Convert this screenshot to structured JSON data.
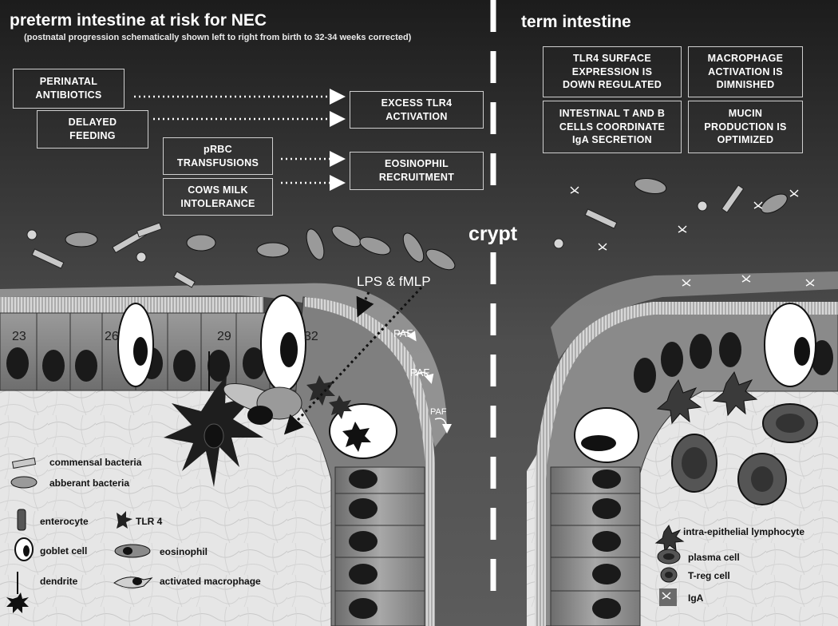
{
  "left_title": "preterm intestine at risk for NEC",
  "left_subtitle": "(postnatal progression schematically shown left to right  from birth to 32-34 weeks corrected)",
  "right_title": "term intestine",
  "risk_factors": {
    "perinatal_antibiotics": "PERINATAL\nANTIBIOTICS",
    "delayed_feeding": "DELAYED\nFEEDING",
    "prbc_transfusions": "pRBC\nTRANSFUSIONS",
    "cows_milk": "COWS MILK\nINTOLERANCE"
  },
  "effects": {
    "excess_tlr4": "EXCESS TLR4\nACTIVATION",
    "eosinophil_recruitment": "EOSINOPHIL\nRECRUITMENT"
  },
  "term_boxes": {
    "tlr4_down": "TLR4 SURFACE\nEXPRESSION IS\nDOWN REGULATED",
    "macrophage": "MACROPHAGE\nACTIVATION IS\nDIMNISHED",
    "t_b_cells": "INTESTINAL T AND B\nCELLS COORDINATE\nIgA SECRETION",
    "mucin": "MUCIN\nPRODUCTION IS\nOPTIMIZED"
  },
  "crypt_label": "crypt",
  "lps_label": "LPS & fMLP",
  "paf_labels": [
    "PAF",
    "PAF",
    "PAF"
  ],
  "week_labels": [
    "23",
    "26",
    "29",
    "32"
  ],
  "legend_left": [
    {
      "icon": "commensal-bacteria-icon",
      "label": "commensal bacteria"
    },
    {
      "icon": "abberant-bacteria-icon",
      "label": "abberant bacteria"
    },
    {
      "icon": "enterocyte-icon",
      "label": "enterocyte"
    },
    {
      "icon": "tlr4-icon",
      "label": "TLR 4"
    },
    {
      "icon": "goblet-cell-icon",
      "label": "goblet cell"
    },
    {
      "icon": "eosinophil-icon",
      "label": "eosinophil"
    },
    {
      "icon": "dendrite-icon",
      "label": "dendrite"
    },
    {
      "icon": "activated-macrophage-icon",
      "label": "activated macrophage"
    }
  ],
  "legend_right": [
    {
      "icon": "intra-epithelial-lymphocyte-icon",
      "label": "intra-epithelial lymphocyte"
    },
    {
      "icon": "plasma-cell-icon",
      "label": "plasma cell"
    },
    {
      "icon": "t-reg-cell-icon",
      "label": "T-reg cell"
    },
    {
      "icon": "iga-icon",
      "label": "IgA"
    }
  ],
  "colors": {
    "background_top": "#1e1e1e",
    "background_bottom": "#5a5a5a",
    "lamina_propria": "#e4e4e4",
    "epithelium": "#8f8f8f",
    "nucleus": "#1a1a1a"
  }
}
